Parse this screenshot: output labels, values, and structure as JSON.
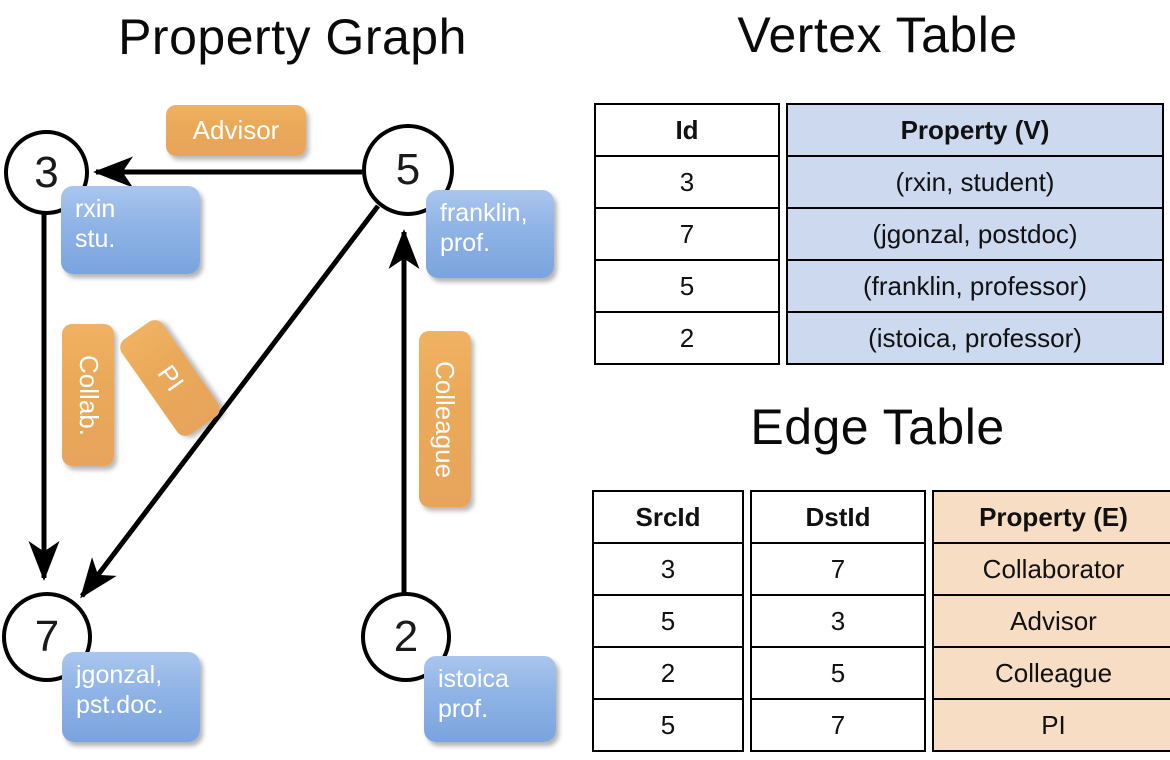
{
  "titles": {
    "property_graph": "Property Graph",
    "vertex_table": "Vertex Table",
    "edge_table": "Edge Table"
  },
  "graph": {
    "nodes": [
      {
        "id": "3",
        "label": "3",
        "property": "rxin\nstu."
      },
      {
        "id": "5",
        "label": "5",
        "property": "franklin,\nprof."
      },
      {
        "id": "7",
        "label": "7",
        "property": "jgonzal,\npst.doc."
      },
      {
        "id": "2",
        "label": "2",
        "property": "istoica\nprof."
      }
    ],
    "edge_labels": [
      {
        "name": "advisor",
        "text": "Advisor"
      },
      {
        "name": "collab",
        "text": "Collab."
      },
      {
        "name": "pi",
        "text": "PI"
      },
      {
        "name": "colleague",
        "text": "Colleague"
      }
    ],
    "edges": [
      {
        "from": "5",
        "to": "3",
        "label": "Advisor"
      },
      {
        "from": "3",
        "to": "7",
        "label": "Collab."
      },
      {
        "from": "5",
        "to": "7",
        "label": "PI"
      },
      {
        "from": "2",
        "to": "5",
        "label": "Colleague"
      }
    ]
  },
  "vertex_table": {
    "headers": [
      "Id",
      "Property (V)"
    ],
    "rows": [
      {
        "id": "3",
        "property": "(rxin, student)"
      },
      {
        "id": "7",
        "property": "(jgonzal, postdoc)"
      },
      {
        "id": "5",
        "property": "(franklin, professor)"
      },
      {
        "id": "2",
        "property": "(istoica, professor)"
      }
    ]
  },
  "edge_table": {
    "headers": [
      "SrcId",
      "DstId",
      "Property (E)"
    ],
    "rows": [
      {
        "src": "3",
        "dst": "7",
        "property": "Collaborator"
      },
      {
        "src": "5",
        "dst": "3",
        "property": "Advisor"
      },
      {
        "src": "2",
        "dst": "5",
        "property": "Colleague"
      },
      {
        "src": "5",
        "dst": "7",
        "property": "PI"
      }
    ]
  },
  "colors": {
    "vertex_property_fill": "#ccd9ef",
    "edge_property_fill": "#f7ddc3",
    "node_property_box": "#8fb3e6",
    "edge_label_box": "#eaa959",
    "stroke": "#000000"
  }
}
